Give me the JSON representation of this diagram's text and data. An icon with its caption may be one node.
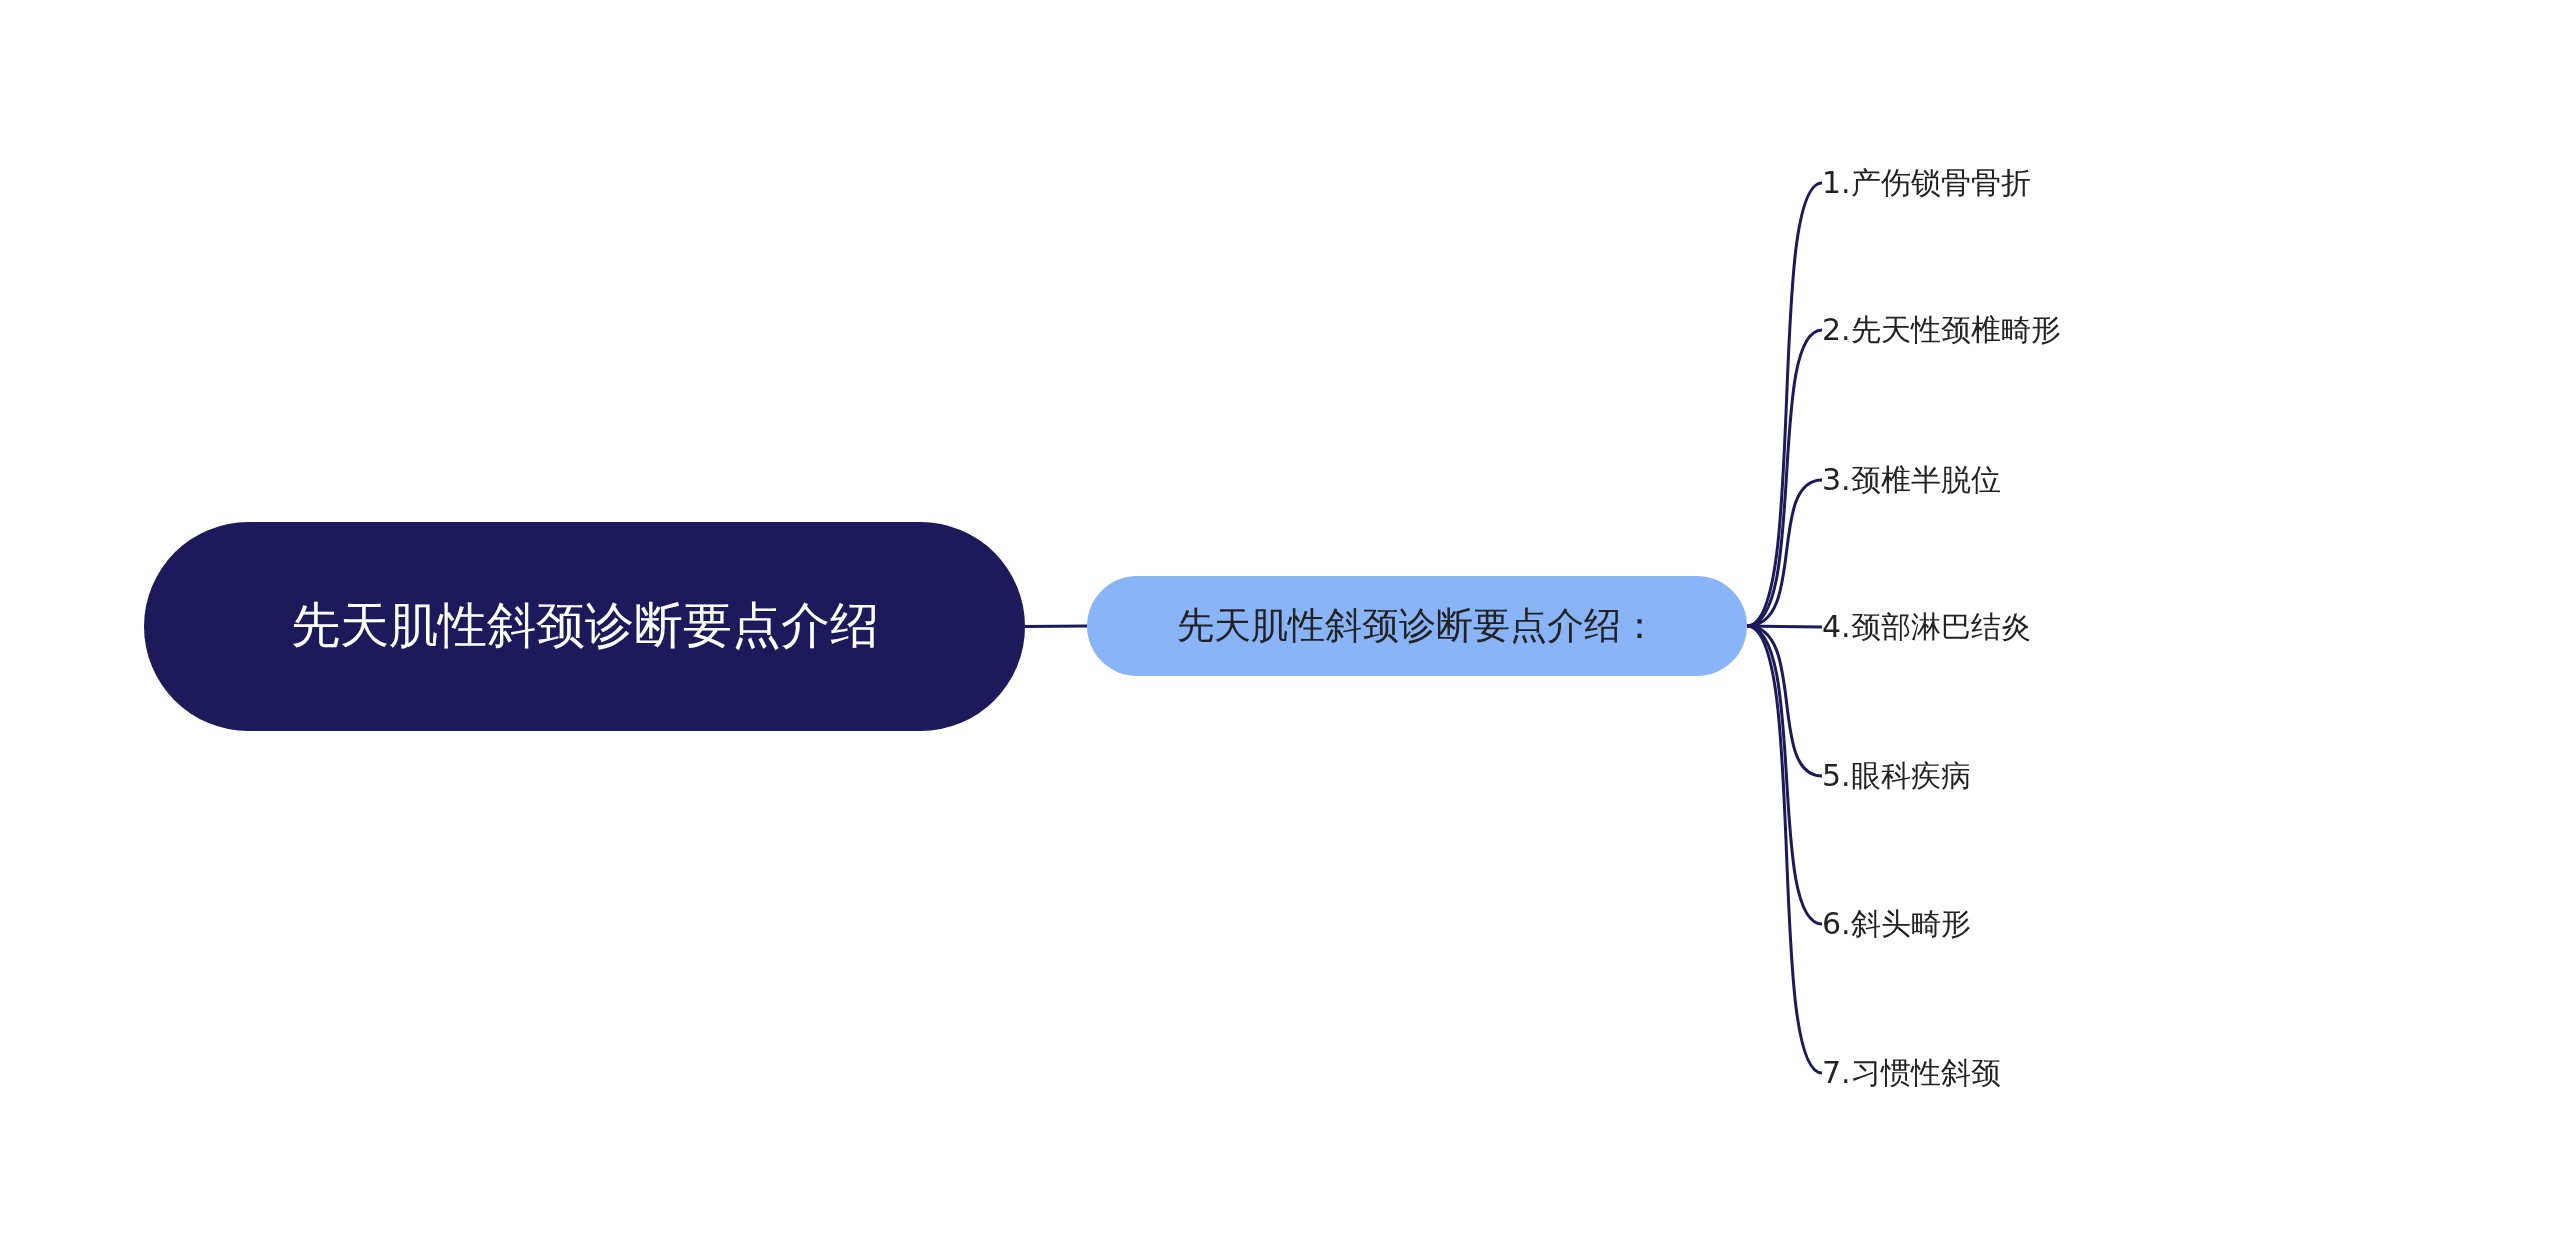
{
  "diagram": {
    "nodes": [
      {
        "text": [
          "先天肌性斜颈诊断要点介绍"
        ]
      },
      {
        "text": [
          "先天肌性斜颈诊断要点介绍："
        ]
      },
      {
        "text": [
          "1.产伤锁骨骨折"
        ]
      },
      {
        "text": [
          "2.先天性颈椎畸形"
        ]
      },
      {
        "text": [
          "3.颈椎半脱位"
        ]
      },
      {
        "text": [
          "4.颈部淋巴结炎"
        ]
      },
      {
        "text": [
          "5.眼科疾病"
        ]
      },
      {
        "text": [
          "6.斜头畸形"
        ]
      },
      {
        "text": [
          "7.习惯性斜颈"
        ]
      }
    ],
    "edges": [
      {
        "from": 0,
        "to": 1,
        "arrow": "none"
      },
      {
        "from": 1,
        "to": 2,
        "arrow": "none"
      },
      {
        "from": 1,
        "to": 3,
        "arrow": "none"
      },
      {
        "from": 1,
        "to": 4,
        "arrow": "none"
      },
      {
        "from": 1,
        "to": 5,
        "arrow": "none"
      },
      {
        "from": 1,
        "to": 6,
        "arrow": "none"
      },
      {
        "from": 1,
        "to": 7,
        "arrow": "none"
      },
      {
        "from": 1,
        "to": 8,
        "arrow": "none"
      }
    ]
  }
}
